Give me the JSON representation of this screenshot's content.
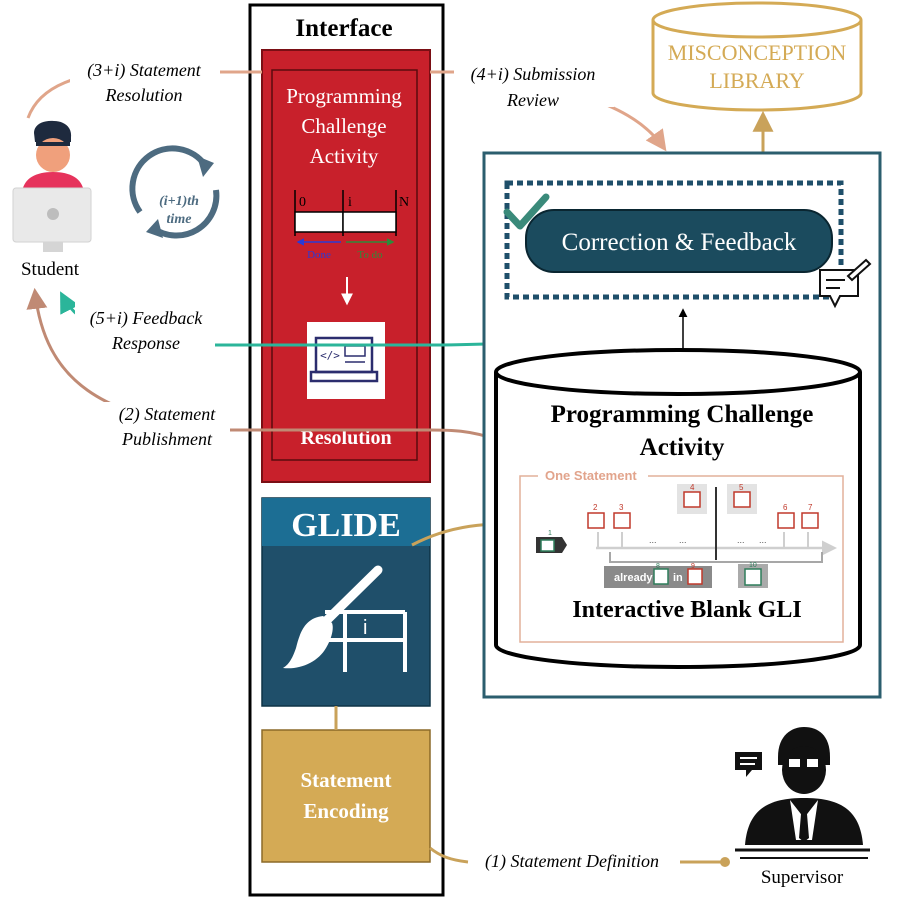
{
  "interface_title": "Interface",
  "pca_box": {
    "title_lines": [
      "Programming",
      "Challenge",
      "Activity"
    ],
    "array_labels": {
      "start": "0",
      "middle": "i",
      "end": "N"
    },
    "done_label": "Done",
    "todo_label": "To do",
    "resolution_label": "Resolution"
  },
  "glide_label": "GLIDE",
  "glide_icon_letter": "i",
  "encoding_label_lines": [
    "Statement",
    "Encoding"
  ],
  "student_label": "Student",
  "loop_label_lines": [
    "(i+1)th",
    "time"
  ],
  "supervisor_label": "Supervisor",
  "misconception_lines": [
    "MISCONCEPTION",
    "LIBRARY"
  ],
  "correction_label": "Correction & Feedback",
  "db_title_lines": [
    "Programming Challenge",
    "Activity"
  ],
  "one_statement_label": "One Statement",
  "gli_title": "Interactive Blank GLI",
  "gli_slots": [
    "1",
    "2",
    "3",
    "4",
    "5",
    "6",
    "7",
    "8",
    "9",
    "10"
  ],
  "gli_dots": [
    "...",
    "...",
    "...",
    "..."
  ],
  "gli_already": "already",
  "gli_in": "in",
  "steps": {
    "s1": "(1) Statement Definition",
    "s2": [
      "(2) Statement",
      "Publishment"
    ],
    "s3": [
      "(3+i) Statement",
      "Resolution"
    ],
    "s4": [
      "(4+i) Submission",
      "Review"
    ],
    "s5": [
      "(5+i) Feedback",
      "Response"
    ]
  },
  "colors": {
    "red": "#c8202b",
    "teal_dark": "#1b4b5e",
    "teal_border": "#2b5e6e",
    "gold": "#d4aa55",
    "gold_arrow": "#c9a25a",
    "salmon": "#e0a58a",
    "brown": "#c08a74",
    "green_teal": "#2bb59a",
    "glide_blue": "#1c6e94",
    "gli_red": "#c0392b",
    "gli_green": "#2e7d5b"
  }
}
